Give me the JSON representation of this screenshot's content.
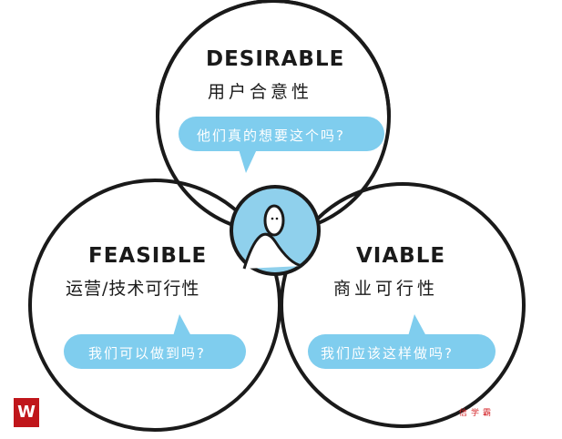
{
  "circles": [
    {
      "title": "DESIRABLE",
      "subtitle": "用户合意性",
      "question": "他们真的想要这个吗?"
    },
    {
      "title": "FEASIBLE",
      "subtitle": "运营/技术可行性",
      "question": "我们可以做到吗?"
    },
    {
      "title": "VIABLE",
      "subtitle": "商业可行性",
      "question": "我们应该这样做吗?"
    }
  ],
  "colors": {
    "bubble": "#7fcdee",
    "center": "#8fd0ec",
    "stroke": "#1a1a1a",
    "logo": "#c0161b"
  },
  "watermark": {
    "logo_text": "W",
    "text": "信学霸"
  }
}
